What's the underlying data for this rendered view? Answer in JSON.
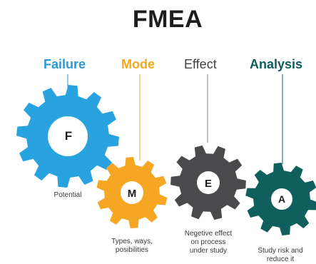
{
  "title": "FMEA",
  "words": {
    "failure": "Failure",
    "mode": "Mode",
    "effect": "Effect",
    "analysis": "Analysis"
  },
  "gears": {
    "f": {
      "letter": "F",
      "color": "#29a3e0"
    },
    "m": {
      "letter": "M",
      "color": "#f5a623"
    },
    "e": {
      "letter": "E",
      "color": "#4a4a4c"
    },
    "a": {
      "letter": "A",
      "color": "#0f5f5c"
    }
  },
  "descriptions": {
    "failure": "Potential",
    "mode": [
      "Types, ways,",
      "posibilities"
    ],
    "effect": [
      "Negetive effect",
      "on process",
      "under study"
    ],
    "analysis": [
      "Study risk and",
      "reduce it"
    ]
  }
}
